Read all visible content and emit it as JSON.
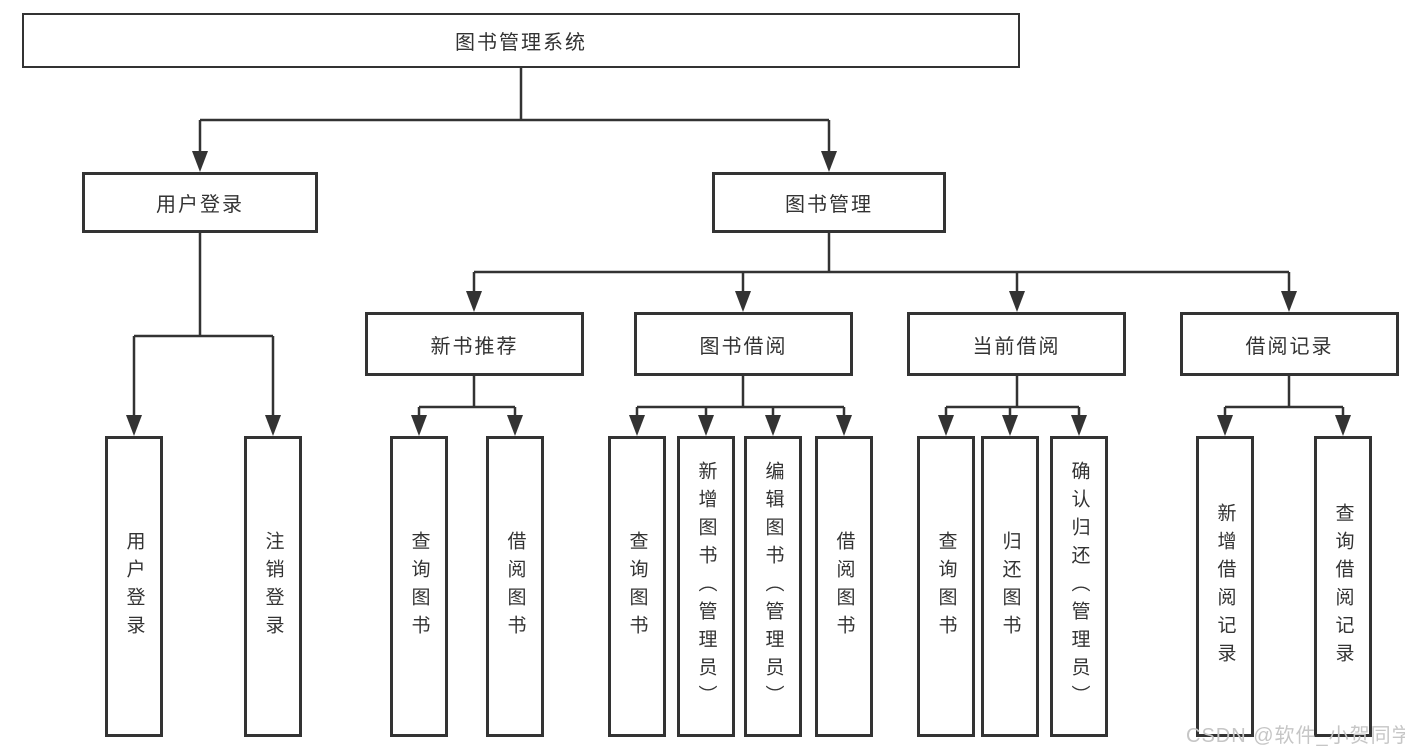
{
  "diagram": {
    "title_node": {
      "label": "图书管理系统"
    },
    "level2": [
      {
        "id": "user-login",
        "label": "用户登录"
      },
      {
        "id": "book-management",
        "label": "图书管理"
      }
    ],
    "level3": [
      {
        "id": "new-book-recommendation",
        "label": "新书推荐",
        "parent": "图书管理"
      },
      {
        "id": "book-borrowing",
        "label": "图书借阅",
        "parent": "图书管理"
      },
      {
        "id": "current-borrowing",
        "label": "当前借阅",
        "parent": "图书管理"
      },
      {
        "id": "borrowing-records",
        "label": "借阅记录",
        "parent": "图书管理"
      }
    ],
    "leaves": [
      {
        "id": "leaf-user-login",
        "label": "用户登录",
        "parent": "用户登录"
      },
      {
        "id": "leaf-logout",
        "label": "注销登录",
        "parent": "用户登录"
      },
      {
        "id": "leaf-query-books-recommend",
        "label": "查询图书",
        "parent": "新书推荐"
      },
      {
        "id": "leaf-borrow-books-recommend",
        "label": "借阅图书",
        "parent": "新书推荐"
      },
      {
        "id": "leaf-query-books-borrow",
        "label": "查询图书",
        "parent": "图书借阅"
      },
      {
        "id": "leaf-add-book-admin",
        "label": "新增图书（管理员）",
        "parent": "图书借阅"
      },
      {
        "id": "leaf-edit-book-admin",
        "label": "编辑图书（管理员）",
        "parent": "图书借阅"
      },
      {
        "id": "leaf-borrow-books",
        "label": "借阅图书",
        "parent": "图书借阅"
      },
      {
        "id": "leaf-query-books-current",
        "label": "查询图书",
        "parent": "当前借阅"
      },
      {
        "id": "leaf-return-books",
        "label": "归还图书",
        "parent": "当前借阅"
      },
      {
        "id": "leaf-confirm-return-admin",
        "label": "确认归还（管理员）",
        "parent": "当前借阅"
      },
      {
        "id": "leaf-add-borrow-record",
        "label": "新增借阅记录",
        "parent": "借阅记录"
      },
      {
        "id": "leaf-query-borrow-record",
        "label": "查询借阅记录",
        "parent": "借阅记录"
      }
    ],
    "colors": {
      "line": "#333333",
      "box_border": "#333333",
      "text": "#333333",
      "background": "#ffffff",
      "watermark": "#c6c6c6"
    }
  },
  "watermark": {
    "text": "CSDN @软件_小贺同学"
  }
}
